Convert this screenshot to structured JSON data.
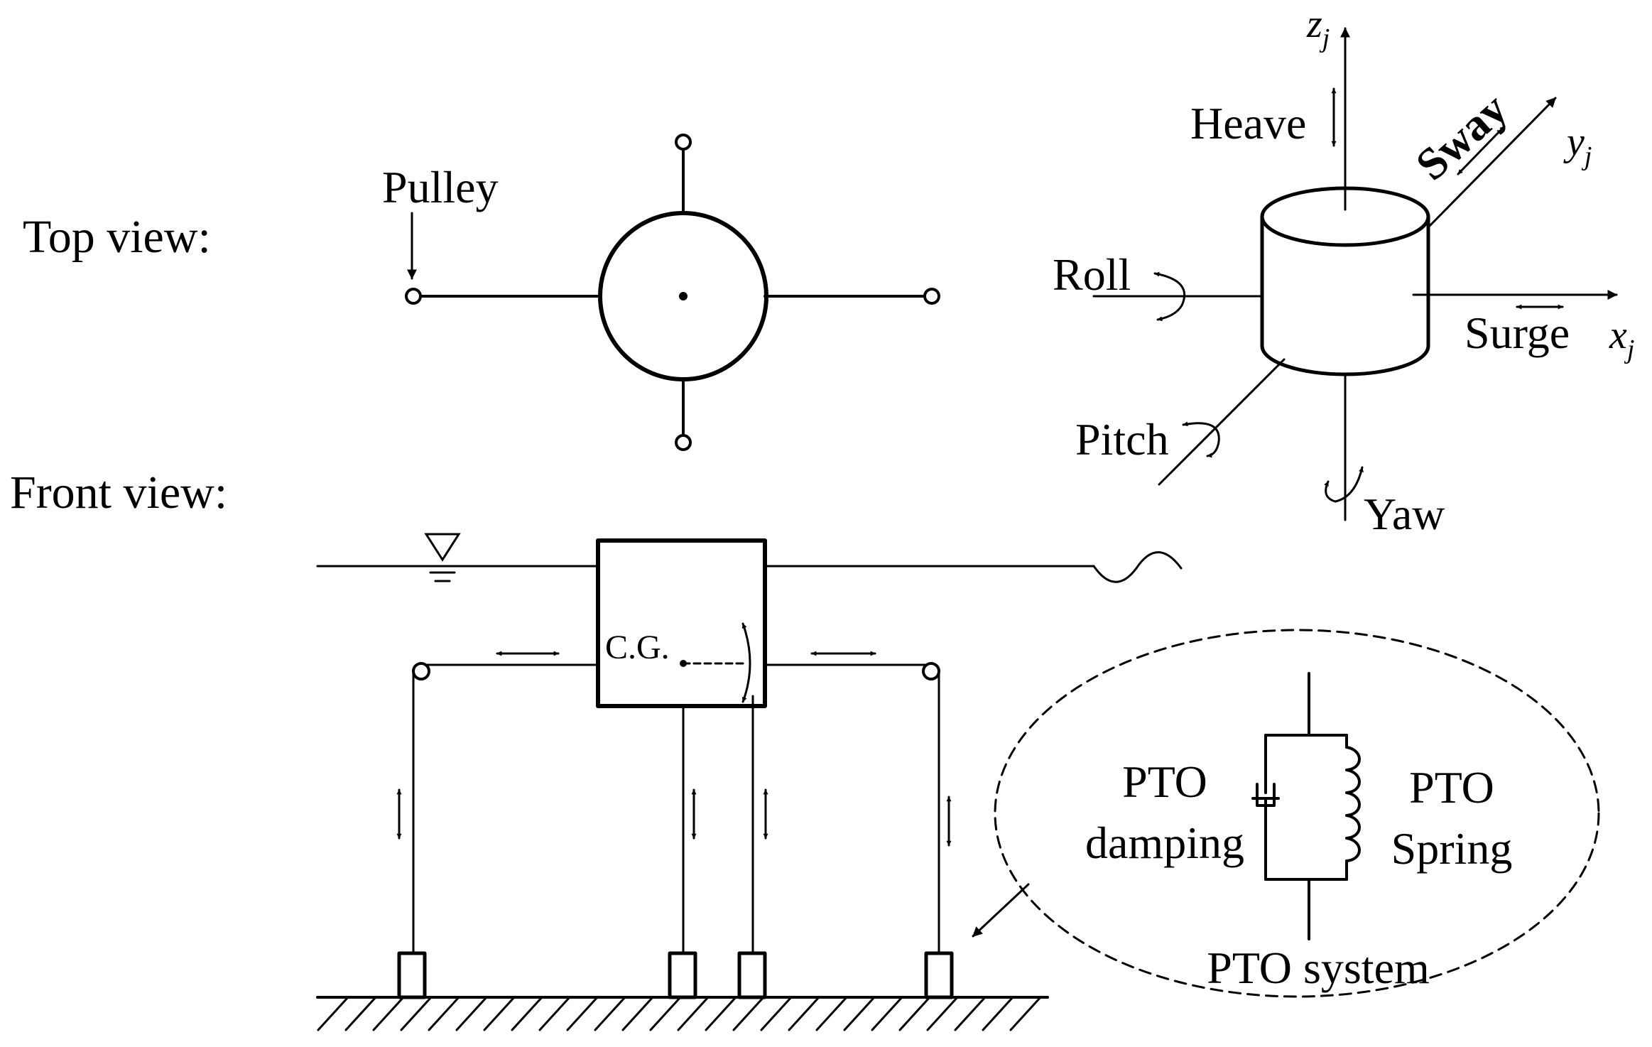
{
  "views": {
    "top_label": "Top view:",
    "front_label": "Front view:"
  },
  "top_view": {
    "pulley_label": "Pulley"
  },
  "axes_diagram": {
    "z_axis": "z",
    "y_axis": "y",
    "x_axis": "x",
    "subscript": "j",
    "heave": "Heave",
    "sway": "Sway",
    "roll": "Roll",
    "surge": "Surge",
    "pitch": "Pitch",
    "yaw": "Yaw"
  },
  "front_view": {
    "cg_label": "C.G."
  },
  "pto": {
    "damping_line1": "PTO",
    "damping_line2": "damping",
    "spring_line1": "PTO",
    "spring_line2": "Spring",
    "system_label": "PTO system"
  }
}
